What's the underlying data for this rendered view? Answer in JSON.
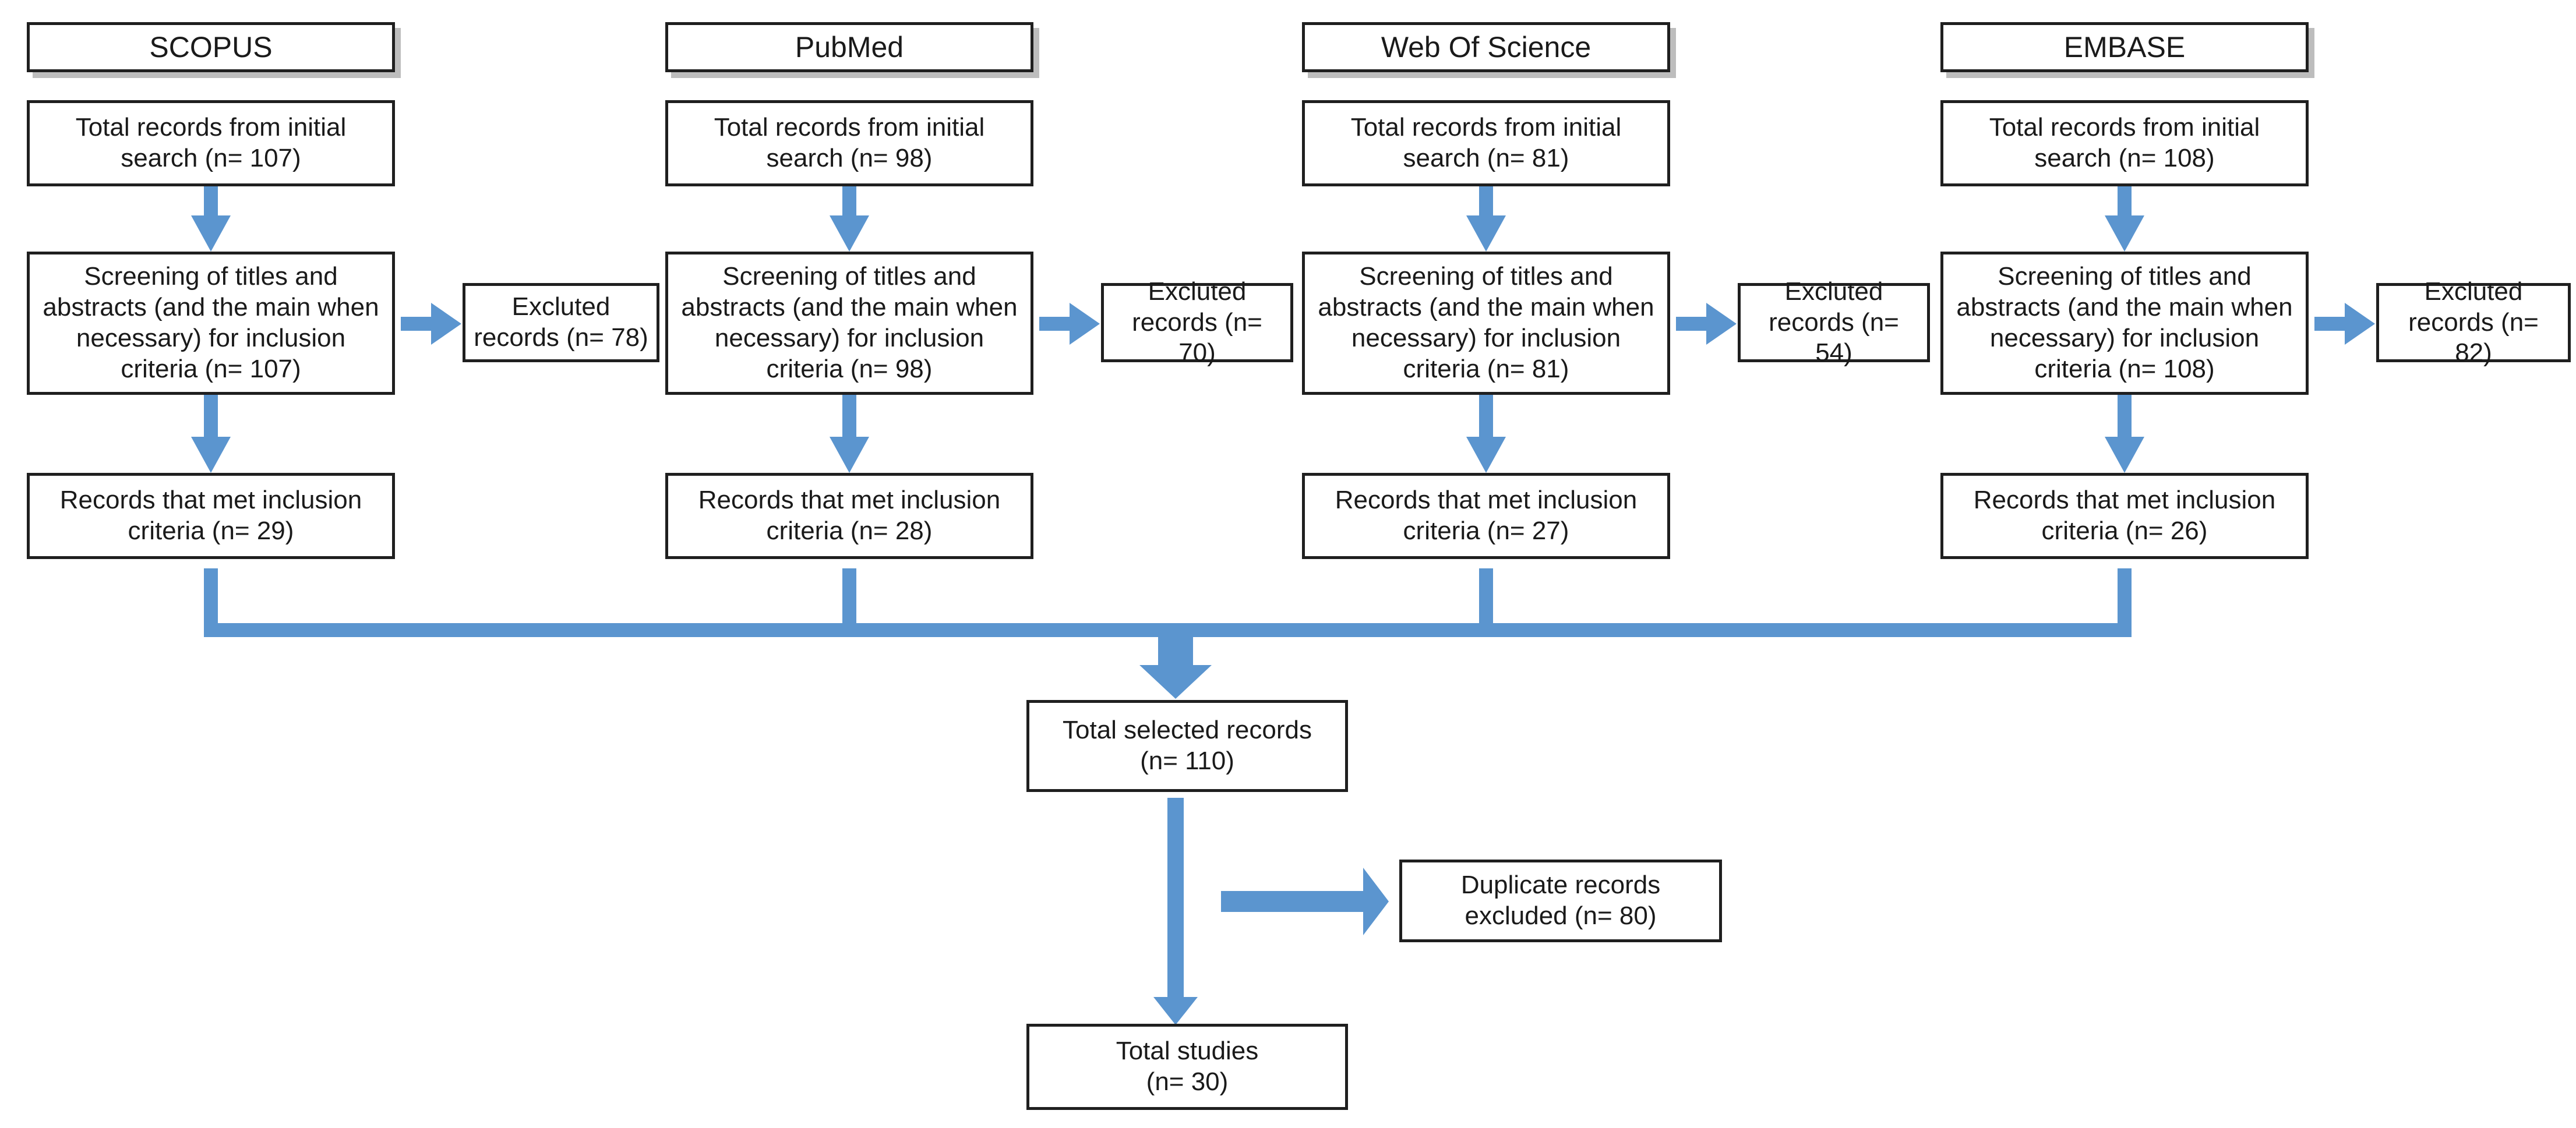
{
  "databases": [
    {
      "name": "SCOPUS",
      "initial": "Total records from initial\nsearch (n= 107)",
      "screening": "Screening of titles and\nabstracts (and the main when\nnecessary) for inclusion\ncriteria (n= 107)",
      "excluded": "Excluted\nrecords (n= 78)",
      "met": "Records that met inclusion\ncriteria (n= 29)"
    },
    {
      "name": "PubMed",
      "initial": "Total records from initial\nsearch (n=  98)",
      "screening": "Screening of titles and\nabstracts (and the main when\nnecessary) for inclusion\ncriteria (n= 98)",
      "excluded": "Excluted\nrecords (n= 70)",
      "met": "Records that met inclusion\ncriteria (n= 28)"
    },
    {
      "name": "Web Of Science",
      "initial": "Total records from initial\nsearch (n= 81)",
      "screening": "Screening of titles and\nabstracts (and the main when\nnecessary) for inclusion\ncriteria (n= 81)",
      "excluded": "Excluted\nrecords (n= 54)",
      "met": "Records that met inclusion\ncriteria (n= 27)"
    },
    {
      "name": "EMBASE",
      "initial": "Total records from initial\nsearch (n= 108)",
      "screening": "Screening of titles and\nabstracts (and the main when\nnecessary) for inclusion\ncriteria (n= 108)",
      "excluded": "Excluted\nrecords (n= 82)",
      "met": "Records that met inclusion\ncriteria (n= 26)"
    }
  ],
  "total_selected": "Total selected records\n(n= 110)",
  "duplicates": "Duplicate records\nexcluded (n= 80)",
  "total_studies": "Total studies\n(n= 30)",
  "colors": {
    "arrow": "#5b95cf",
    "border": "#1f1f1f",
    "shadow": "#bdbdbd"
  }
}
